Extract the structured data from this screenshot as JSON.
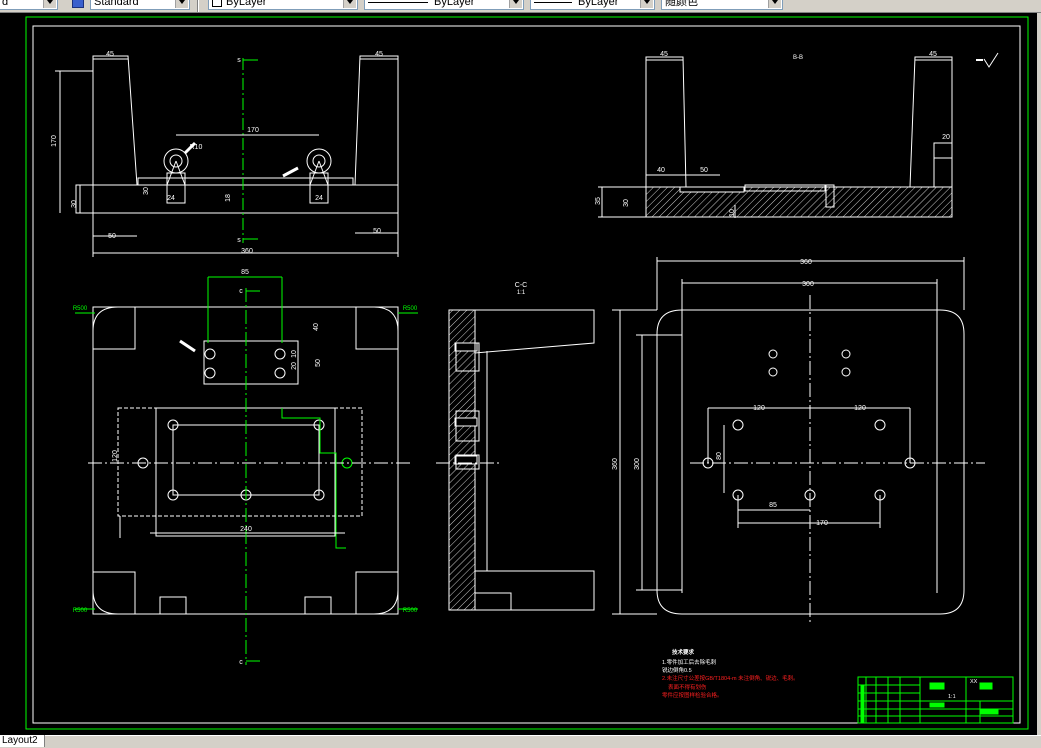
{
  "toolbar": {
    "textstyle_value": "d",
    "dimstyle_value": "Standard",
    "layer_value": "ByLayer",
    "linetype_value": "ByLayer",
    "lineweight_value": "ByLayer",
    "color_value": "随颜色"
  },
  "status": {
    "layout_tab": "Layout2"
  },
  "drawing": {
    "colors": {
      "background": "#000000",
      "lines": "#ffffff",
      "center": "#00ff00",
      "annotation": "#ff0000"
    },
    "dims_top_left": {
      "w45_left": "45",
      "w45_right": "45",
      "h170": "170",
      "c170": "170",
      "r10": "R10",
      "d30": "30",
      "d30b": "30",
      "d24a": "24",
      "d24b": "24",
      "d18": "18",
      "w50a": "50",
      "w50b": "50",
      "w360": "360",
      "sec_s_top": "s",
      "sec_s_bot": "s"
    },
    "dims_top_right": {
      "w45a": "45",
      "w45b": "45",
      "title": "B-B",
      "d40": "40",
      "d50": "50",
      "d20": "20",
      "d30": "30",
      "d35": "35",
      "d10": "10"
    },
    "dims_front": {
      "w85": "85",
      "d40": "40",
      "d50": "50",
      "d10": "10",
      "d20": "20",
      "d120": "120",
      "w240": "240",
      "sec_c_top": "c",
      "sec_c_bot": "c",
      "r500_tl": "R500",
      "r500_tr": "R500",
      "r500_bl": "R500",
      "r500_br": "R500"
    },
    "section_title": {
      "name": "C-C",
      "scale": "1:1"
    },
    "dims_plan": {
      "w360": "360",
      "w300": "300",
      "h360": "360",
      "h300": "300",
      "d120a": "120",
      "d120b": "120",
      "d80": "80",
      "d85": "85",
      "d170": "170"
    },
    "notes": {
      "title": "技术要求",
      "line1": "1.零件加工后去除毛刺",
      "line2": "锐边倒角0.5",
      "line3": "2.未注尺寸公差按GB/T1804-m 未注倒角、锐边、毛刺。",
      "line4": "表面不得有划伤",
      "line5": "零件应按图样检验合格。"
    },
    "titleblock": {
      "tag": "XX",
      "scale_label": "1:1"
    }
  }
}
